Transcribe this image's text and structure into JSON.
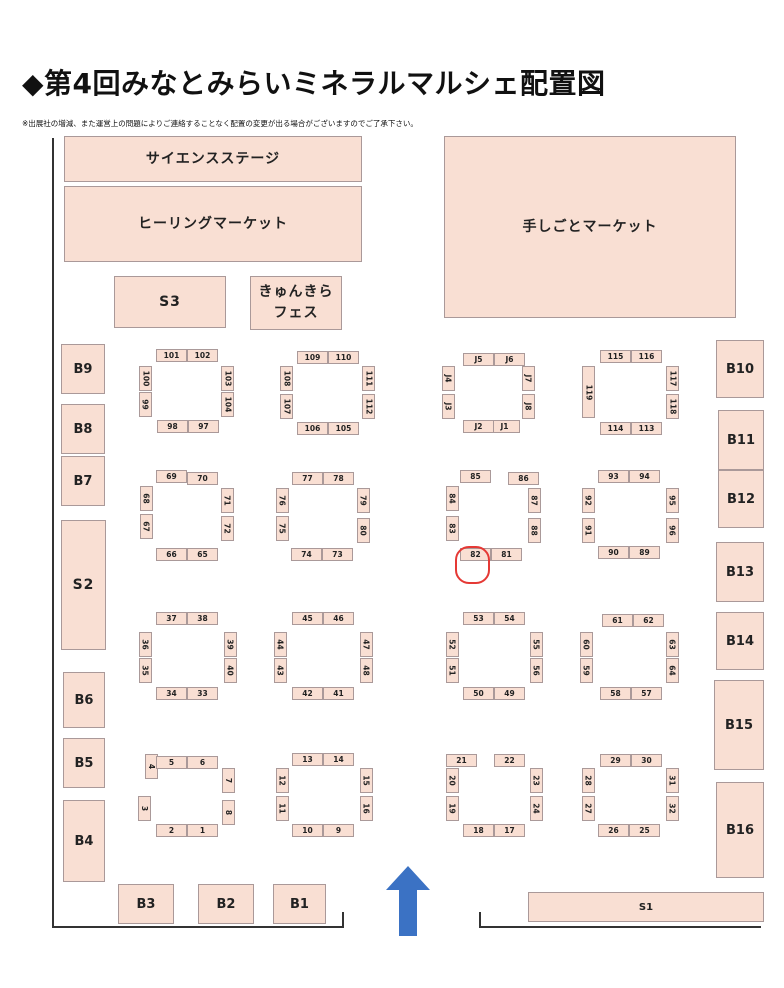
{
  "title": "◆第4回みなとみらいミネラルマルシェ配置図",
  "note": "※出展社の増減、また運営上の問題によりご連絡することなく配置の変更が出る場合がございますのでご了承下さい。",
  "areas": {
    "science_stage": "サイエンスステージ",
    "healing_market": "ヒーリングマーケット",
    "handmade_market": "手しごとマーケット",
    "s3": "S3",
    "kyunkira_line1": "きゅんきら",
    "kyunkira_line2": "フェス",
    "s2": "S2",
    "s1": "S1"
  },
  "side_booths": [
    "B1",
    "B2",
    "B3",
    "B4",
    "B5",
    "B6",
    "B7",
    "B8",
    "B9",
    "B10",
    "B11",
    "B12",
    "B13",
    "B14",
    "B15",
    "B16"
  ],
  "booths": [
    "1",
    "2",
    "3",
    "4",
    "5",
    "6",
    "7",
    "8",
    "9",
    "10",
    "11",
    "12",
    "13",
    "14",
    "15",
    "16",
    "17",
    "18",
    "19",
    "20",
    "21",
    "22",
    "23",
    "24",
    "25",
    "26",
    "27",
    "28",
    "29",
    "30",
    "31",
    "32",
    "33",
    "34",
    "35",
    "36",
    "37",
    "38",
    "39",
    "40",
    "41",
    "42",
    "43",
    "44",
    "45",
    "46",
    "47",
    "48",
    "49",
    "50",
    "51",
    "52",
    "53",
    "54",
    "55",
    "56",
    "57",
    "58",
    "59",
    "60",
    "61",
    "62",
    "63",
    "64",
    "65",
    "66",
    "67",
    "68",
    "69",
    "70",
    "71",
    "72",
    "73",
    "74",
    "75",
    "76",
    "77",
    "78",
    "79",
    "80",
    "81",
    "82",
    "83",
    "84",
    "85",
    "86",
    "87",
    "88",
    "89",
    "90",
    "91",
    "92",
    "93",
    "94",
    "95",
    "96",
    "97",
    "98",
    "99",
    "100",
    "101",
    "102",
    "103",
    "104",
    "105",
    "106",
    "107",
    "108",
    "109",
    "110",
    "111",
    "112",
    "113",
    "114",
    "115",
    "116",
    "117",
    "118",
    "119",
    "J1",
    "J2",
    "J3",
    "J4",
    "J5",
    "J6",
    "J7",
    "J8"
  ],
  "highlight_booth": "82",
  "colors": {
    "booth_fill": "#f9dfd3",
    "highlight": "#e53935",
    "entrance_arrow": "#3b72c4"
  },
  "icons": {
    "entrance": "up-arrow-icon"
  }
}
